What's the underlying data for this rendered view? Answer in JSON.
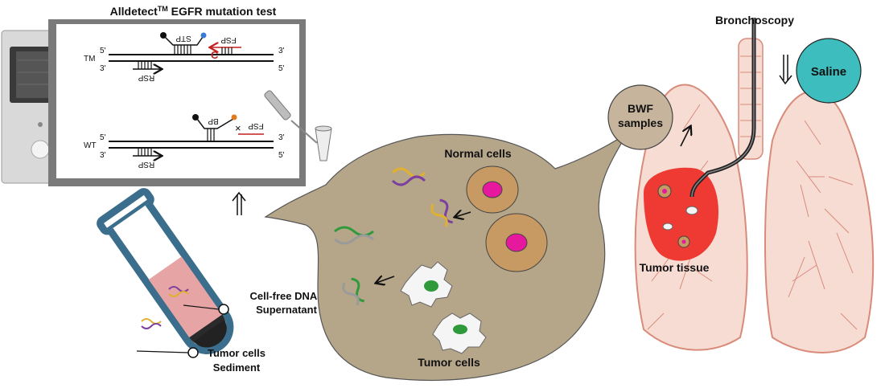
{
  "title": {
    "main": "Alldetect",
    "superscript": "TM",
    "rest": " EGFR mutation test"
  },
  "assay": {
    "tm_label": "TM",
    "wt_label": "WT",
    "end_3": "3'",
    "end_5": "5'",
    "stp": "STP",
    "fsp": "FSP",
    "rsp": "RSP",
    "bp": "BP",
    "mutation_base": "C"
  },
  "tube": {
    "supernatant_line1": "Cell-free DNAs",
    "supernatant_line2": "Supernatant",
    "sediment_line1": "Tumor cells",
    "sediment_line2": "Sediment"
  },
  "cells": {
    "normal": "Normal cells",
    "tumor": "Tumor cells"
  },
  "lung": {
    "bronchoscopy": "Bronchoscopy",
    "saline": "Saline",
    "bwf_line1": "BWF",
    "bwf_line2": "samples",
    "tumor_tissue": "Tumor tissue"
  },
  "colors": {
    "tube": "#3a6e8c",
    "supernatant": "#e6a4a4",
    "blob": "#b5a68a",
    "lung": "#f7dcd4",
    "lung_line": "#d98b7a",
    "tumor": "#ee3a32",
    "saline": "#3dbdbd",
    "bwf": "#c7b49c",
    "nucleus": "#e6199e",
    "normal_cell": "#c79a63",
    "tumor_nucleus": "#2e9a3a"
  }
}
